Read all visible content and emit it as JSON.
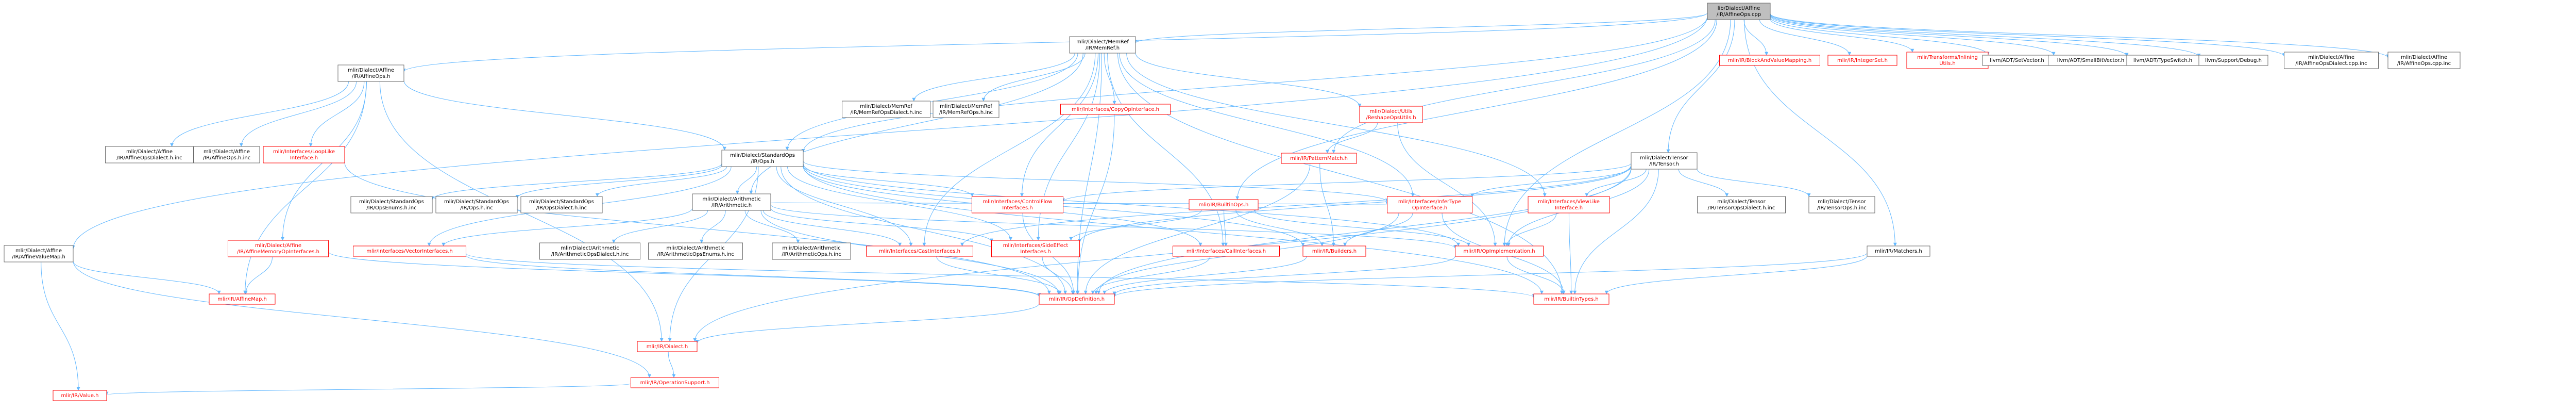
{
  "colors": {
    "root_fill": "#bfbfbf",
    "node_stroke_ok": "#666666",
    "node_stroke_missing": "#ff0000",
    "edge": "#63b8ff",
    "text": "#000000",
    "text_missing": "#ff0000"
  },
  "nodes": [
    {
      "id": "root",
      "lines": [
        "lib/Dialect/Affine",
        "/IR/AffineOps.cpp"
      ],
      "state": "root"
    },
    {
      "id": "aff_ops",
      "lines": [
        "mlir/Dialect/Affine",
        "/IR/AffineOps.h"
      ],
      "state": "ok"
    },
    {
      "id": "memref",
      "lines": [
        "mlir/Dialect/MemRef",
        "/IR/MemRef.h"
      ],
      "state": "ok"
    },
    {
      "id": "aff_vmap",
      "lines": [
        "mlir/Dialect/Affine",
        "/IR/AffineValueMap.h"
      ],
      "state": "ok"
    },
    {
      "id": "tensor",
      "lines": [
        "mlir/Dialect/Tensor",
        "/IR/Tensor.h"
      ],
      "state": "ok"
    },
    {
      "id": "std_ops",
      "lines": [
        "mlir/Dialect/StandardOps",
        "/IR/Ops.h"
      ],
      "state": "ok"
    },
    {
      "id": "arith",
      "lines": [
        "mlir/Dialect/Arithmetic",
        "/IR/Arithmetic.h"
      ],
      "state": "ok"
    },
    {
      "id": "builtinops",
      "lines": [
        "mlir/IR/BuiltinOps.h"
      ],
      "state": "missing"
    },
    {
      "id": "patmatch",
      "lines": [
        "mlir/IR/PatternMatch.h"
      ],
      "state": "missing"
    },
    {
      "id": "matchers",
      "lines": [
        "mlir/IR/Matchers.h"
      ],
      "state": "ok"
    },
    {
      "id": "reshape",
      "lines": [
        "mlir/Dialect/Utils",
        "/ReshapeOpsUtils.h"
      ],
      "state": "missing"
    },
    {
      "id": "bvm",
      "lines": [
        "mlir/IR/BlockAndValueMapping.h"
      ],
      "state": "missing"
    },
    {
      "id": "intset",
      "lines": [
        "mlir/IR/IntegerSet.h"
      ],
      "state": "missing"
    },
    {
      "id": "inlining",
      "lines": [
        "mlir/Transforms/Inlining",
        "Utils.h"
      ],
      "state": "missing"
    },
    {
      "id": "setvec",
      "lines": [
        "llvm/ADT/SetVector.h"
      ],
      "state": "ok"
    },
    {
      "id": "sbv",
      "lines": [
        "llvm/ADT/SmallBitVector.h"
      ],
      "state": "ok"
    },
    {
      "id": "typeswitch",
      "lines": [
        "llvm/ADT/TypeSwitch.h"
      ],
      "state": "ok"
    },
    {
      "id": "debug",
      "lines": [
        "llvm/Support/Debug.h"
      ],
      "state": "ok"
    },
    {
      "id": "aff_dialect_inc",
      "lines": [
        "mlir/Dialect/Affine",
        "/IR/AffineOpsDialect.cpp.inc"
      ],
      "state": "ok"
    },
    {
      "id": "aff_ops_cpp_inc",
      "lines": [
        "mlir/Dialect/Affine",
        "/IR/AffineOps.cpp.inc"
      ],
      "state": "ok"
    },
    {
      "id": "memref_dialect_inc",
      "lines": [
        "mlir/Dialect/MemRef",
        "/IR/MemRefOpsDialect.h.inc"
      ],
      "state": "ok"
    },
    {
      "id": "memref_ops_inc",
      "lines": [
        "mlir/Dialect/MemRef",
        "/IR/MemRefOps.h.inc"
      ],
      "state": "ok"
    },
    {
      "id": "copyop",
      "lines": [
        "mlir/Interfaces/CopyOpInterface.h"
      ],
      "state": "missing"
    },
    {
      "id": "aff_opsdialect_hinc",
      "lines": [
        "mlir/Dialect/Affine",
        "/IR/AffineOpsDialect.h.inc"
      ],
      "state": "ok"
    },
    {
      "id": "aff_ops_hinc",
      "lines": [
        "mlir/Dialect/Affine",
        "/IR/AffineOps.h.inc"
      ],
      "state": "ok"
    },
    {
      "id": "looplike",
      "lines": [
        "mlir/Interfaces/LoopLike",
        "Interface.h"
      ],
      "state": "missing"
    },
    {
      "id": "std_enums",
      "lines": [
        "mlir/Dialect/StandardOps",
        "/IR/OpsEnums.h.inc"
      ],
      "state": "ok"
    },
    {
      "id": "std_ops_inc",
      "lines": [
        "mlir/Dialect/StandardOps",
        "/IR/Ops.h.inc"
      ],
      "state": "ok"
    },
    {
      "id": "std_dialect_inc",
      "lines": [
        "mlir/Dialect/StandardOps",
        "/IR/OpsDialect.h.inc"
      ],
      "state": "ok"
    },
    {
      "id": "controlflow",
      "lines": [
        "mlir/Interfaces/ControlFlow",
        "Interfaces.h"
      ],
      "state": "missing"
    },
    {
      "id": "infertype",
      "lines": [
        "mlir/Interfaces/InferType",
        "OpInterface.h"
      ],
      "state": "missing"
    },
    {
      "id": "viewlike",
      "lines": [
        "mlir/Interfaces/ViewLike",
        "Interface.h"
      ],
      "state": "missing"
    },
    {
      "id": "tensor_dialect_inc",
      "lines": [
        "mlir/Dialect/Tensor",
        "/IR/TensorOpsDialect.h.inc"
      ],
      "state": "ok"
    },
    {
      "id": "tensor_ops_inc",
      "lines": [
        "mlir/Dialect/Tensor",
        "/IR/TensorOps.h.inc"
      ],
      "state": "ok"
    },
    {
      "id": "aff_memiface",
      "lines": [
        "mlir/Dialect/Affine",
        "/IR/AffineMemoryOpInterfaces.h"
      ],
      "state": "missing"
    },
    {
      "id": "vecif",
      "lines": [
        "mlir/Interfaces/VectorInterfaces.h"
      ],
      "state": "missing"
    },
    {
      "id": "arith_dialect_inc",
      "lines": [
        "mlir/Dialect/Arithmetic",
        "/IR/ArithmeticOpsDialect.h.inc"
      ],
      "state": "ok"
    },
    {
      "id": "arith_enums",
      "lines": [
        "mlir/Dialect/Arithmetic",
        "/IR/ArithmeticOpsEnums.h.inc"
      ],
      "state": "ok"
    },
    {
      "id": "arith_ops_inc",
      "lines": [
        "mlir/Dialect/Arithmetic",
        "/IR/ArithmeticOps.h.inc"
      ],
      "state": "ok"
    },
    {
      "id": "castif",
      "lines": [
        "mlir/Interfaces/CastInterfaces.h"
      ],
      "state": "missing"
    },
    {
      "id": "sideeffect",
      "lines": [
        "mlir/Interfaces/SideEffect",
        "Interfaces.h"
      ],
      "state": "missing"
    },
    {
      "id": "callif",
      "lines": [
        "mlir/Interfaces/CallInterfaces.h"
      ],
      "state": "missing"
    },
    {
      "id": "builders",
      "lines": [
        "mlir/IR/Builders.h"
      ],
      "state": "missing"
    },
    {
      "id": "opimpl",
      "lines": [
        "mlir/IR/OpImplementation.h"
      ],
      "state": "missing"
    },
    {
      "id": "affinemap",
      "lines": [
        "mlir/IR/AffineMap.h"
      ],
      "state": "missing"
    },
    {
      "id": "opdef",
      "lines": [
        "mlir/IR/OpDefinition.h"
      ],
      "state": "missing"
    },
    {
      "id": "builtintypes",
      "lines": [
        "mlir/IR/BuiltinTypes.h"
      ],
      "state": "missing"
    },
    {
      "id": "dialect",
      "lines": [
        "mlir/IR/Dialect.h"
      ],
      "state": "missing"
    },
    {
      "id": "opsupport",
      "lines": [
        "mlir/IR/OperationSupport.h"
      ],
      "state": "missing"
    },
    {
      "id": "value",
      "lines": [
        "mlir/IR/Value.h"
      ],
      "state": "missing"
    }
  ],
  "edges": [
    [
      "root",
      "aff_vmap"
    ],
    [
      "root",
      "aff_ops"
    ],
    [
      "root",
      "memref"
    ],
    [
      "root",
      "std_ops"
    ],
    [
      "root",
      "tensor"
    ],
    [
      "root",
      "builtinops"
    ],
    [
      "root",
      "patmatch"
    ],
    [
      "root",
      "matchers"
    ],
    [
      "root",
      "opimpl"
    ],
    [
      "root",
      "bvm"
    ],
    [
      "root",
      "intset"
    ],
    [
      "root",
      "inlining"
    ],
    [
      "root",
      "setvec"
    ],
    [
      "root",
      "sbv"
    ],
    [
      "root",
      "typeswitch"
    ],
    [
      "root",
      "debug"
    ],
    [
      "root",
      "aff_dialect_inc"
    ],
    [
      "root",
      "aff_ops_cpp_inc"
    ],
    [
      "aff_ops",
      "aff_opsdialect_hinc"
    ],
    [
      "aff_ops",
      "aff_ops_hinc"
    ],
    [
      "aff_ops",
      "looplike"
    ],
    [
      "aff_ops",
      "std_ops"
    ],
    [
      "aff_ops",
      "aff_memiface"
    ],
    [
      "aff_ops",
      "affinemap"
    ],
    [
      "aff_ops",
      "dialect"
    ],
    [
      "memref",
      "memref_dialect_inc"
    ],
    [
      "memref",
      "memref_ops_inc"
    ],
    [
      "memref",
      "copyop"
    ],
    [
      "memref",
      "reshape"
    ],
    [
      "memref",
      "std_ops"
    ],
    [
      "memref",
      "arith"
    ],
    [
      "memref",
      "controlflow"
    ],
    [
      "memref",
      "viewlike"
    ],
    [
      "memref",
      "infertype"
    ],
    [
      "memref",
      "castif"
    ],
    [
      "memref",
      "sideeffect"
    ],
    [
      "memref",
      "callif"
    ],
    [
      "memref",
      "opdef"
    ],
    [
      "memref",
      "builtintypes"
    ],
    [
      "aff_vmap",
      "affinemap"
    ],
    [
      "aff_vmap",
      "opsupport"
    ],
    [
      "aff_vmap",
      "value"
    ],
    [
      "tensor",
      "controlflow"
    ],
    [
      "tensor",
      "infertype"
    ],
    [
      "tensor",
      "viewlike"
    ],
    [
      "tensor",
      "tensor_dialect_inc"
    ],
    [
      "tensor",
      "tensor_ops_inc"
    ],
    [
      "tensor",
      "castif"
    ],
    [
      "tensor",
      "sideeffect"
    ],
    [
      "tensor",
      "opimpl"
    ],
    [
      "tensor",
      "builtintypes"
    ],
    [
      "tensor",
      "dialect"
    ],
    [
      "tensor",
      "opdef"
    ],
    [
      "std_ops",
      "std_enums"
    ],
    [
      "std_ops",
      "std_ops_inc"
    ],
    [
      "std_ops",
      "std_dialect_inc"
    ],
    [
      "std_ops",
      "arith"
    ],
    [
      "std_ops",
      "controlflow"
    ],
    [
      "std_ops",
      "infertype"
    ],
    [
      "std_ops",
      "vecif"
    ],
    [
      "std_ops",
      "castif"
    ],
    [
      "std_ops",
      "sideeffect"
    ],
    [
      "std_ops",
      "callif"
    ],
    [
      "std_ops",
      "builders"
    ],
    [
      "std_ops",
      "opimpl"
    ],
    [
      "std_ops",
      "builtintypes"
    ],
    [
      "std_ops",
      "opdef"
    ],
    [
      "std_ops",
      "dialect"
    ],
    [
      "arith",
      "arith_dialect_inc"
    ],
    [
      "arith",
      "arith_enums"
    ],
    [
      "arith",
      "arith_ops_inc"
    ],
    [
      "arith",
      "vecif"
    ],
    [
      "arith",
      "castif"
    ],
    [
      "arith",
      "sideeffect"
    ],
    [
      "arith",
      "infertype"
    ],
    [
      "arith",
      "opimpl"
    ],
    [
      "arith",
      "opdef"
    ],
    [
      "builtinops",
      "builders"
    ],
    [
      "builtinops",
      "opimpl"
    ],
    [
      "builtinops",
      "sideeffect"
    ],
    [
      "builtinops",
      "callif"
    ],
    [
      "patmatch",
      "builders"
    ],
    [
      "patmatch",
      "opdef"
    ],
    [
      "reshape",
      "patmatch"
    ],
    [
      "reshape",
      "opimpl"
    ],
    [
      "matchers",
      "builtintypes"
    ],
    [
      "matchers",
      "opdef"
    ],
    [
      "controlflow",
      "opdef"
    ],
    [
      "infertype",
      "builders"
    ],
    [
      "infertype",
      "opdef"
    ],
    [
      "infertype",
      "builtintypes"
    ],
    [
      "viewlike",
      "opimpl"
    ],
    [
      "viewlike",
      "builtintypes"
    ],
    [
      "copyop",
      "opdef"
    ],
    [
      "looplike",
      "opdef"
    ],
    [
      "aff_memiface",
      "affinemap"
    ],
    [
      "aff_memiface",
      "opdef"
    ],
    [
      "vecif",
      "builtintypes"
    ],
    [
      "vecif",
      "opdef"
    ],
    [
      "castif",
      "opdef"
    ],
    [
      "sideeffect",
      "opdef"
    ],
    [
      "callif",
      "opdef"
    ],
    [
      "builders",
      "opdef"
    ],
    [
      "opimpl",
      "opdef"
    ],
    [
      "opimpl",
      "builtintypes"
    ],
    [
      "opdef",
      "dialect"
    ],
    [
      "dialect",
      "opsupport"
    ],
    [
      "opsupport",
      "value"
    ]
  ]
}
